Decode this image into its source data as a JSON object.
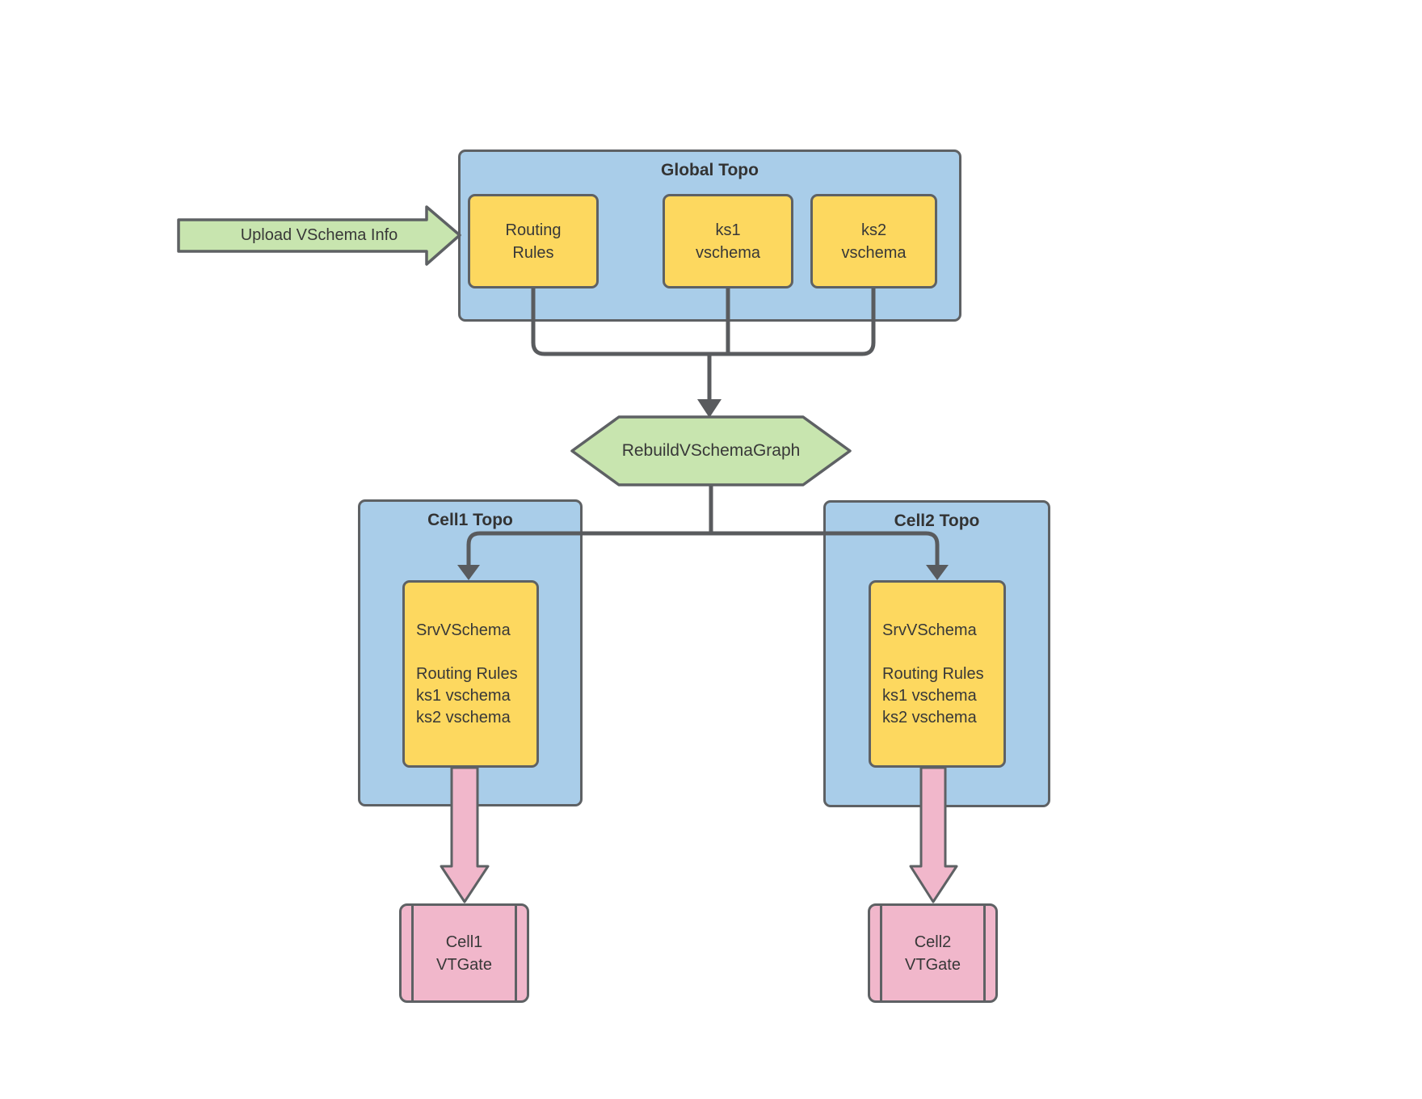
{
  "palette": {
    "canvas_bg": "#FFFFFF",
    "container_fill": "#A9CDE9",
    "node_fill": "#FDD85F",
    "process_green": "#C8E5AF",
    "vtgate_pink": "#F1B7CB",
    "stroke_gray": "#5E6164",
    "connector_gray": "#595B5E",
    "text_color": "#383838"
  },
  "upload_arrow": {
    "label": "Upload VSchema Info"
  },
  "global_topo": {
    "title": "Global Topo",
    "nodes": [
      {
        "label": "Routing\nRules"
      },
      {
        "label": "ks1\nvschema"
      },
      {
        "label": "ks2\nvschema"
      }
    ]
  },
  "rebuild_process": {
    "label": "RebuildVSchemaGraph"
  },
  "cells": [
    {
      "title": "Cell1 Topo",
      "srv_vschema": "SrvVSchema\n\nRouting Rules\nks1 vschema\nks2 vschema",
      "vtgate": "Cell1\nVTGate"
    },
    {
      "title": "Cell2 Topo",
      "srv_vschema": "SrvVSchema\n\nRouting Rules\nks1 vschema\nks2 vschema",
      "vtgate": "Cell2\nVTGate"
    }
  ]
}
